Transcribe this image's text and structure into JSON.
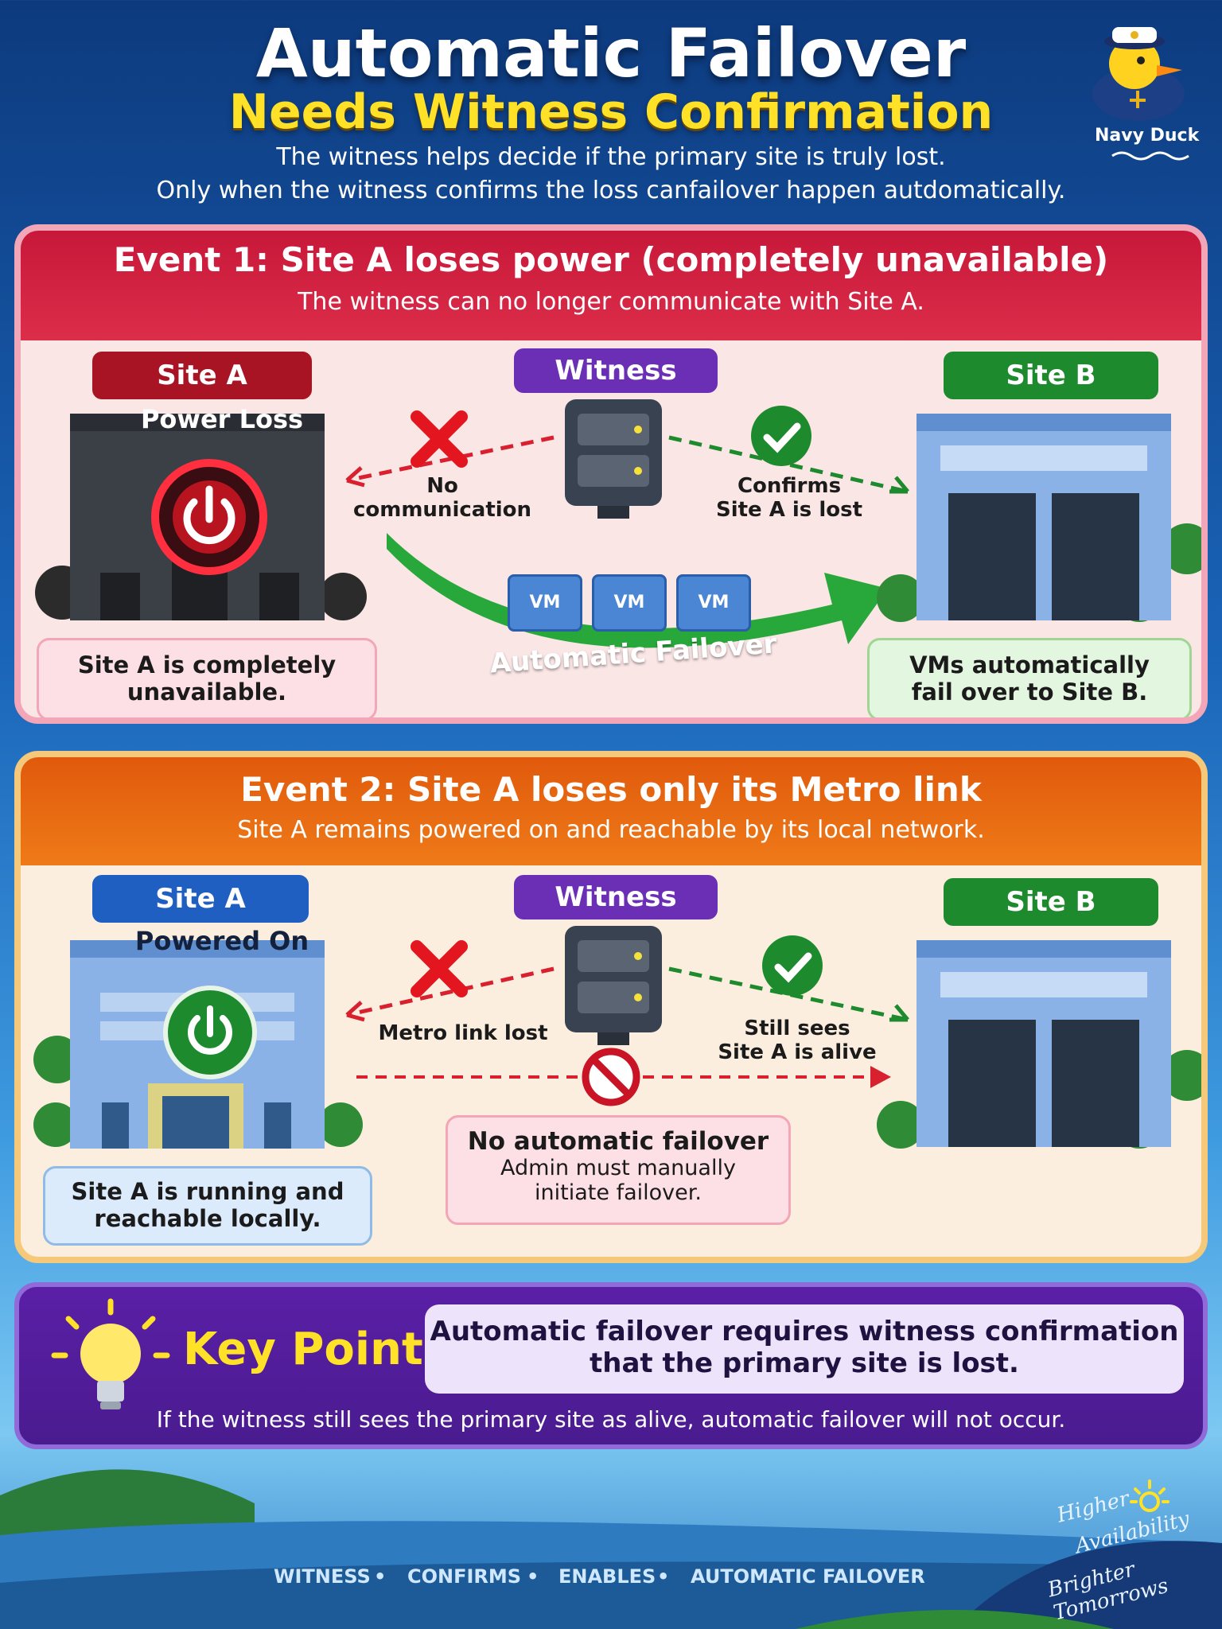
{
  "header": {
    "title": "Automatic Failover",
    "subtitle": "Needs Witness Confirmation",
    "intro_line1": "The witness helps decide if the primary site is truly lost.",
    "intro_line2": "Only when the witness confirms the loss canfailover happen autdomatically.",
    "mascot_label": "Navy Duck"
  },
  "event1": {
    "title": "Event 1: Site A loses power (completely unavailable)",
    "subtitle": "The witness can no longer communicate with Site A.",
    "site_a_tag": "Site A",
    "site_a_status": "Power Loss",
    "witness_tag": "Witness",
    "site_b_tag": "Site B",
    "left_link_line1": "No",
    "left_link_line2": "communication",
    "right_link_line1": "Confirms",
    "right_link_line2": "Site A is lost",
    "vms": [
      "VM",
      "VM",
      "VM"
    ],
    "failover_label": "Automatic Failover",
    "site_a_box_line1": "Site A is completely",
    "site_a_box_line2": "unavailable.",
    "site_b_box_line1": "VMs automatically",
    "site_b_box_line2": "fail over to Site B."
  },
  "event2": {
    "title": "Event 2: Site A loses only its Metro link",
    "subtitle": "Site A remains powered on and reachable by its local network.",
    "site_a_tag": "Site A",
    "site_a_status": "Powered On",
    "witness_tag": "Witness",
    "site_b_tag": "Site B",
    "left_link": "Metro link lost",
    "right_link_line1": "Still sees",
    "right_link_line2": "Site A is alive",
    "center_box_title": "No automatic failover",
    "center_box_line1": "Admin must manually",
    "center_box_line2": "initiate failover.",
    "site_a_box_line1": "Site A is running and",
    "site_a_box_line2": "reachable locally."
  },
  "key_point": {
    "title": "Key Point",
    "statement_line1": "Automatic failover requires witness confirmation",
    "statement_line2": "that the primary site is lost.",
    "note": "If the witness still sees the primary site as alive, automatic failover will not occur."
  },
  "footer": {
    "words": [
      "WITNESS",
      "CONFIRMS",
      "ENABLES",
      "AUTOMATIC FAILOVER"
    ],
    "separator": "•",
    "slogan_line1": "Higher",
    "slogan_line2": "Availability",
    "slogan_line3": "Brighter Tomorrows"
  },
  "colors": {
    "event1_red": "#c8183a",
    "event2_orange": "#e05a0c",
    "witness_purple": "#6b2fb5",
    "success_green": "#1e8a2e",
    "keypoint_yellow": "#ffe227"
  }
}
